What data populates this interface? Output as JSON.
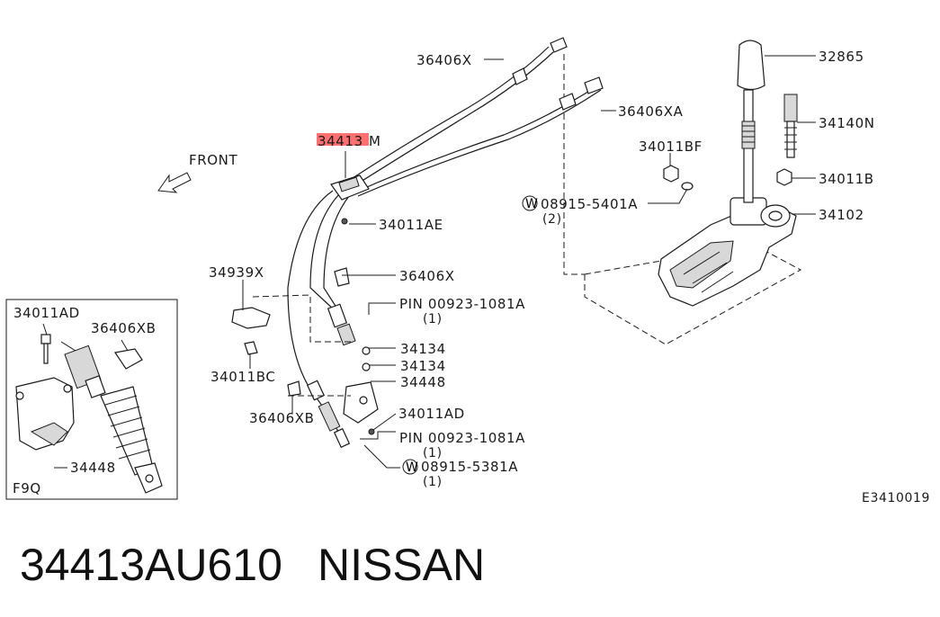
{
  "diagram": {
    "ref_code": "E3410019",
    "front_label": "FRONT",
    "highlight_color": "#ff4040",
    "labels": {
      "p36406X_top": "36406X",
      "p36406XA": "36406XA",
      "p34413_num": "34413",
      "p34413_suffix": "M",
      "p32865": "32865",
      "p34140N": "34140N",
      "p34011BF": "34011BF",
      "p34011B": "34011B",
      "p08915_5401A": "08915-5401A",
      "p08915_5401A_qty": "(2)",
      "p34102": "34102",
      "p34011AE": "34011AE",
      "p34939X": "34939X",
      "p36406X_mid": "36406X",
      "pin1": "PIN 00923-1081A",
      "pin1_qty": "(1)",
      "p34134_a": "34134",
      "p34134_b": "34134",
      "p34011BC": "34011BC",
      "p34448": "34448",
      "p36406XB": "36406XB",
      "p34011AD": "34011AD",
      "pin2": "PIN 00923-1081A",
      "pin2_qty": "(1)",
      "p08915_5381A": "08915-5381A",
      "p08915_5381A_qty": "(1)",
      "washer_mark": "W"
    },
    "inset": {
      "tag": "F9Q",
      "p34011AD": "34011AD",
      "p36406XB": "36406XB",
      "p34448": "34448"
    }
  },
  "caption": {
    "part_number": "34413AU610",
    "brand": "NISSAN"
  }
}
